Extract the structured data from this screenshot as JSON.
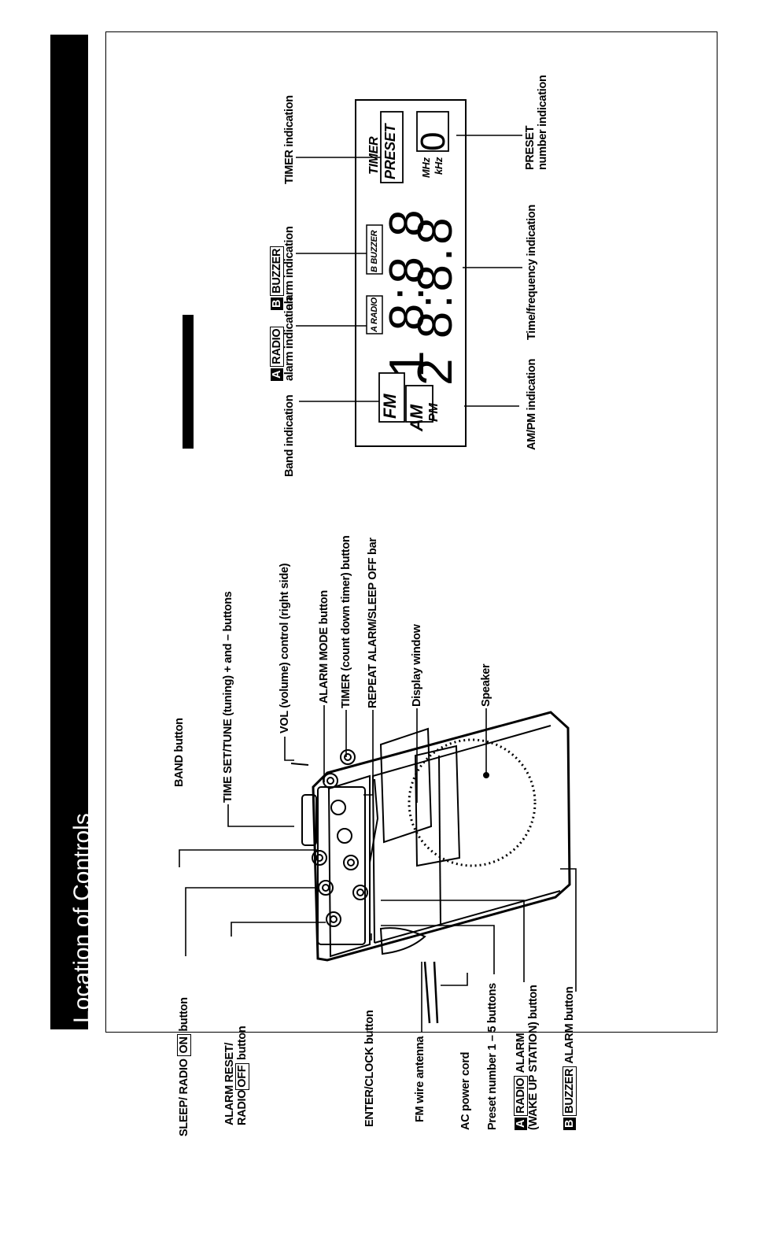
{
  "title": "Location of Controls",
  "device_labels": {
    "sleep_radio_on": [
      "SLEEP/ RADIO",
      "ON",
      "button"
    ],
    "alarm_reset_line1": "ALARM RESET/",
    "alarm_reset_line2": [
      "RADIO",
      "OFF",
      "button"
    ],
    "enter_clock": "ENTER/CLOCK button",
    "fm_antenna": "FM wire antenna",
    "ac_power": "AC power cord",
    "preset_buttons": "Preset number 1 – 5 buttons",
    "alarm_radio_line1": [
      "A",
      "RADIO",
      "ALARM"
    ],
    "alarm_radio_line2": "(WAKE UP STATION) button",
    "alarm_buzzer": [
      "B",
      "BUZZER",
      "ALARM button"
    ],
    "band_button": "BAND button",
    "time_set_tune": "TIME SET/TUNE (tuning) + and – buttons",
    "vol_control": "VOL (volume) control (right side)",
    "alarm_mode": "ALARM MODE button",
    "timer_button": "TIMER (count down timer) button",
    "repeat_alarm": "REPEAT ALARM/SLEEP OFF bar",
    "display_window": "Display window",
    "speaker": "Speaker"
  },
  "display_labels": {
    "band_indication": "Band indication",
    "radio_alarm_ind_1": [
      "A",
      "RADIO"
    ],
    "radio_alarm_ind_2": "alarm indication",
    "buzzer_alarm_ind_1": [
      "B",
      "BUZZER"
    ],
    "buzzer_alarm_ind_2": "alarm indication",
    "timer_indication": "TIMER indication",
    "ampm_indication": "AM/PM indication",
    "time_freq_indication": "Time/frequency indication",
    "preset_ind_1": "PRESET",
    "preset_ind_2": "number indication"
  },
  "lcd": {
    "fm": "FM",
    "am": "AM",
    "pm": "PM",
    "radio_tag": "A RADIO",
    "buzzer_tag": "B BUZZER",
    "timer": "TIMER",
    "preset": "PRESET",
    "mhz": "MHz",
    "khz": "kHz",
    "digits_top": "1 8:8 8",
    "digits_bottom": "2 8:8.8",
    "preset_digit": "0"
  }
}
